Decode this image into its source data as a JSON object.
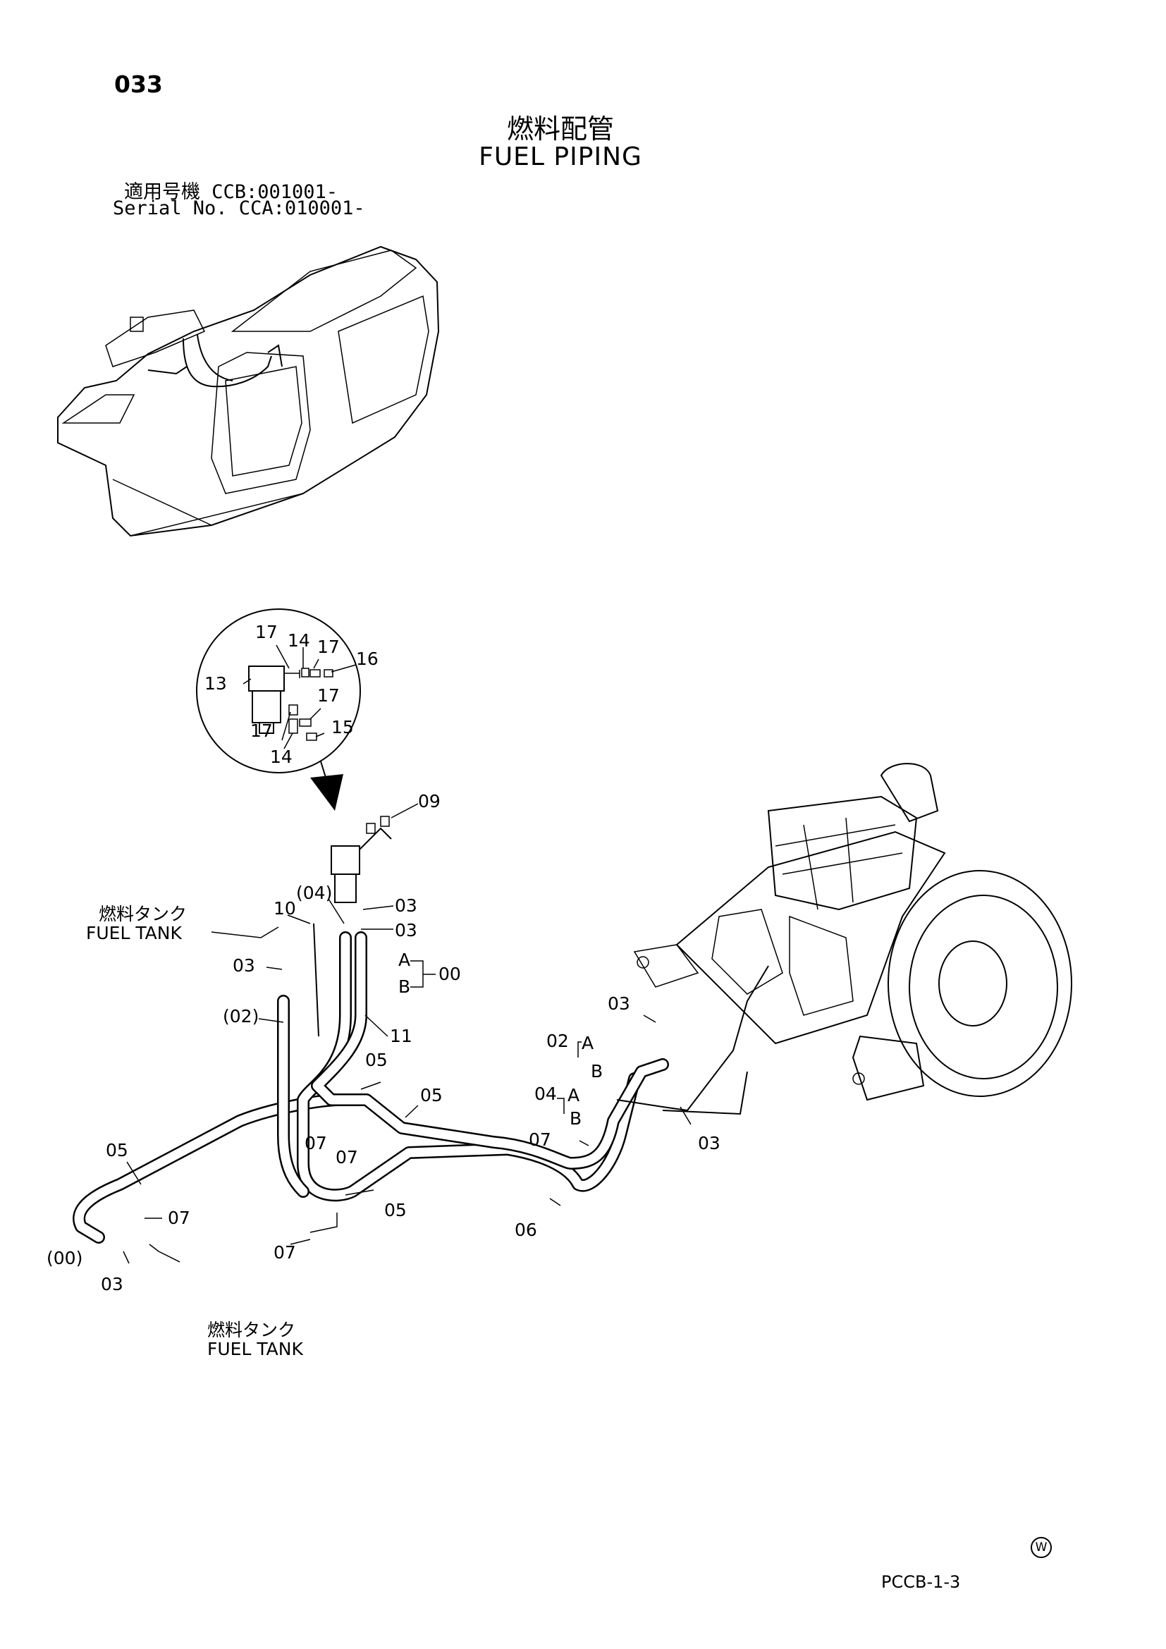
{
  "header": {
    "page_number": "033",
    "title_jp": "燃料配管",
    "title_en": "FUEL PIPING",
    "serial_label": "適用号機  CCB:001001-",
    "serial_no": "Serial No. CCA:010001-"
  },
  "footer": {
    "doc_code": "PCCB-1-3",
    "mark": "W"
  },
  "callouts": {
    "detail": [
      "17",
      "14",
      "17",
      "16",
      "13",
      "17",
      "17",
      "15",
      "14"
    ],
    "main": [
      "09",
      "10",
      "(04)",
      "03",
      "03",
      "03",
      "A",
      "B",
      "00",
      "(02)",
      "11",
      "03",
      "02",
      "A",
      "B",
      "04",
      "A",
      "B",
      "05",
      "05",
      "07",
      "07",
      "07",
      "03",
      "05",
      "07",
      "05",
      "07",
      "06",
      "(00)",
      "03"
    ]
  },
  "fuel_tank_top": {
    "jp": "燃料タンク",
    "en": "FUEL TANK"
  },
  "fuel_tank_bottom": {
    "jp": "燃料タンク",
    "en": "FUEL TANK"
  }
}
